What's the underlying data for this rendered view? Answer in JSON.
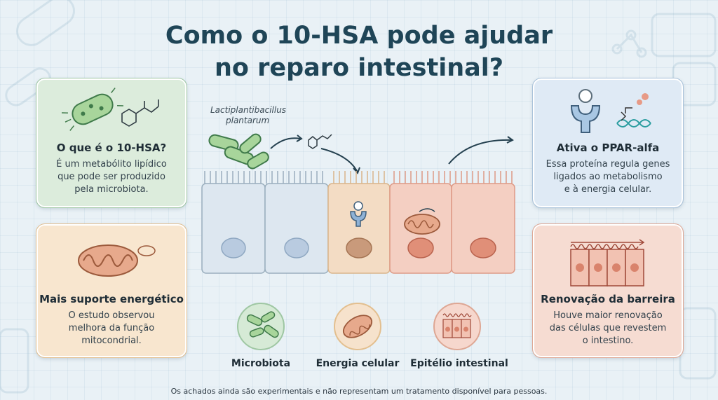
{
  "title_line1": "Como o 10-HSA pode ajudar",
  "title_line2": "no reparo intestinal?",
  "bacteria_label_line1": "Lactiplantibacillus",
  "bacteria_label_line2": "plantarum",
  "cards": {
    "what_is": {
      "heading": "O que é o 10-HSA?",
      "lines": [
        "É um metabólito lipídico",
        "que pode ser produzido",
        "pela microbiota."
      ]
    },
    "energy": {
      "heading": "Mais suporte energético",
      "lines": [
        "O estudo observou",
        "melhora da função",
        "mitocondrial."
      ]
    },
    "ppar": {
      "heading": "Ativa o PPAR-alfa",
      "lines": [
        "Essa proteína regula genes",
        "ligados ao metabolismo",
        "e à energia celular."
      ]
    },
    "renewal": {
      "heading": "Renovação da barreira",
      "lines": [
        "Houve maior renovação",
        "das células que revestem",
        "o intestino."
      ]
    }
  },
  "bottom_icons": [
    "Microbiota",
    "Energia celular",
    "Epitélio intestinal"
  ],
  "footer": "Os achados ainda são experimentais e não representam um tratamento disponível para pessoas.",
  "colors": {
    "green": "#dcecdc",
    "peach": "#f8e6cf",
    "blue": "#dfeaf5",
    "salmon": "#f6dcd2",
    "title": "#1f4557"
  }
}
